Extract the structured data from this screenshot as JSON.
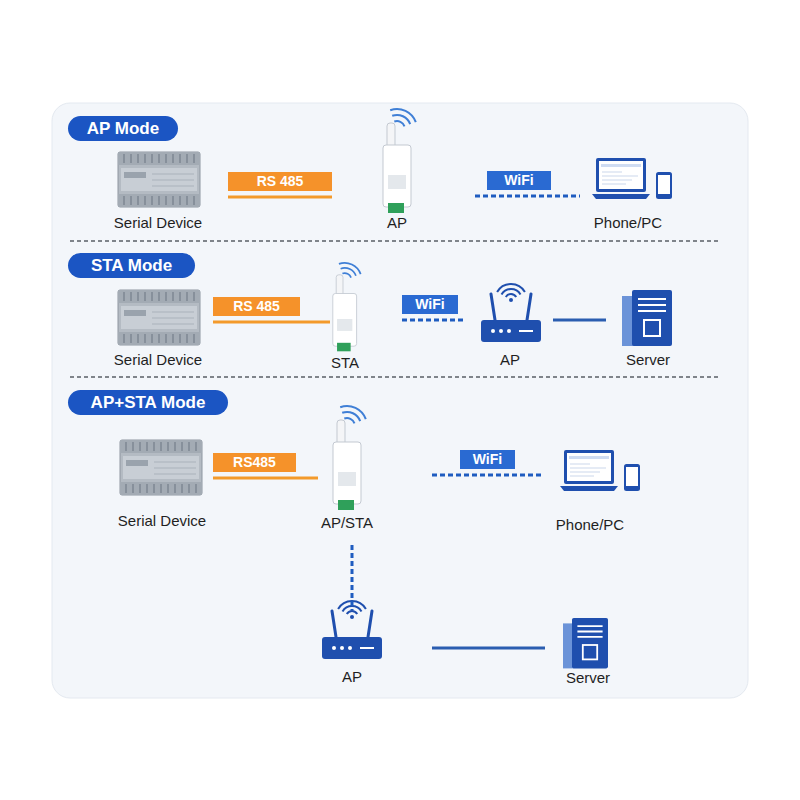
{
  "diagram": {
    "nodes": [
      {
        "text": [
          "AP Mode"
        ]
      },
      {
        "text": [
          "Serial Device"
        ]
      },
      {
        "text": [
          "AP"
        ]
      },
      {
        "text": [
          "Phone/PC"
        ]
      },
      {
        "text": [
          "STA Mode"
        ]
      },
      {
        "text": [
          "Serial Device"
        ]
      },
      {
        "text": [
          "STA"
        ]
      },
      {
        "text": [
          "AP"
        ]
      },
      {
        "text": [
          "Server"
        ]
      },
      {
        "text": [
          "AP+STA Mode"
        ]
      },
      {
        "text": [
          "Serial Device"
        ]
      },
      {
        "text": [
          "AP/STA"
        ]
      },
      {
        "text": [
          "Phone/PC"
        ]
      },
      {
        "text": [
          "AP"
        ]
      },
      {
        "text": [
          "Server"
        ]
      }
    ],
    "edges": [
      {
        "from": 1,
        "to": 2,
        "label": "RS 485",
        "arrow": "none"
      },
      {
        "from": 2,
        "to": 3,
        "label": "WiFi",
        "arrow": "none"
      },
      {
        "from": 5,
        "to": 6,
        "label": "RS 485",
        "arrow": "none"
      },
      {
        "from": 6,
        "to": 7,
        "label": "WiFi",
        "arrow": "none"
      },
      {
        "from": 7,
        "to": 8,
        "arrow": "none"
      },
      {
        "from": 10,
        "to": 11,
        "label": "RS485",
        "arrow": "none"
      },
      {
        "from": 11,
        "to": 12,
        "label": "WiFi",
        "arrow": "none"
      },
      {
        "from": 11,
        "to": 13,
        "arrow": "none"
      },
      {
        "from": 13,
        "to": 14,
        "arrow": "none"
      }
    ]
  }
}
